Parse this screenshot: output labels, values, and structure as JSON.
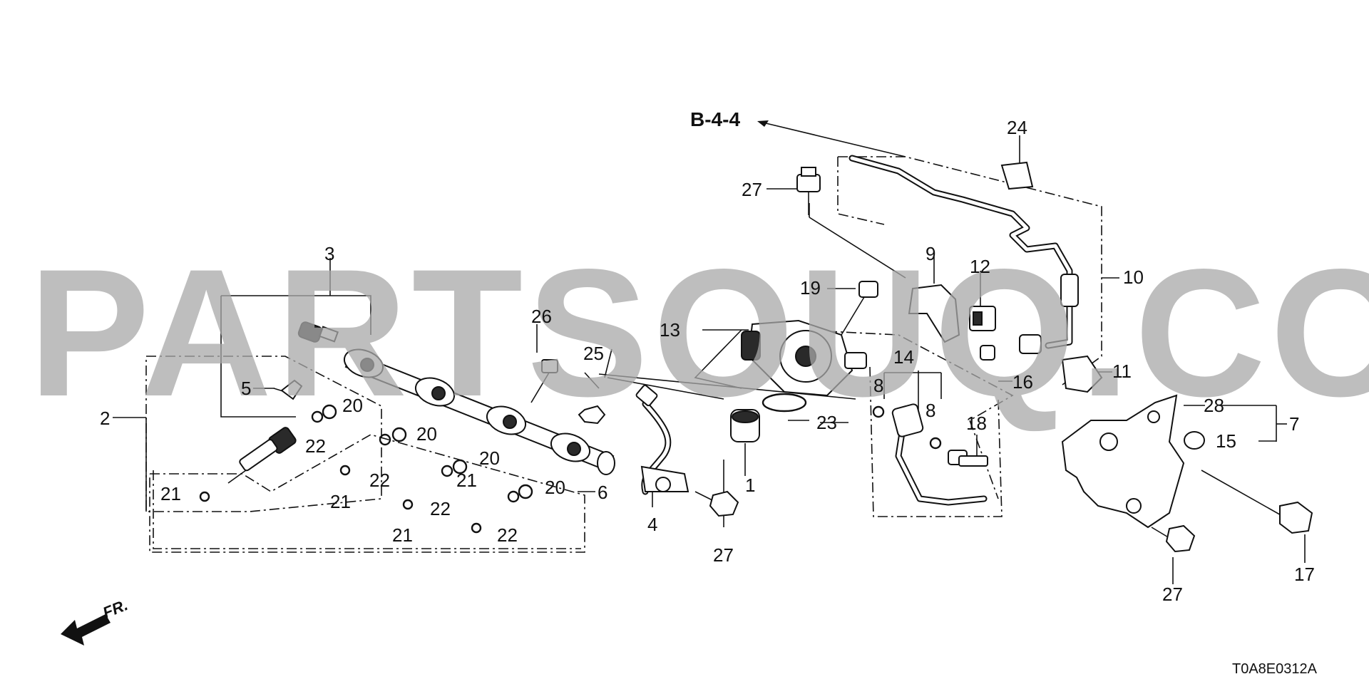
{
  "watermark": "PARTSOUQ.COM",
  "reference": "B-4-4",
  "front_marker": "FR.",
  "diagram_code": "T0A8E0312A",
  "callouts": {
    "c1": "1",
    "c2": "2",
    "c3": "3",
    "c4": "4",
    "c5": "5",
    "c6": "6",
    "c7": "7",
    "c8a": "8",
    "c8b": "8",
    "c9": "9",
    "c10": "10",
    "c11": "11",
    "c12": "12",
    "c13": "13",
    "c14": "14",
    "c15": "15",
    "c16": "16",
    "c17": "17",
    "c18": "18",
    "c19": "19",
    "c20a": "20",
    "c20b": "20",
    "c20c": "20",
    "c20d": "20",
    "c21a": "21",
    "c21b": "21",
    "c21c": "21",
    "c21d": "21",
    "c22a": "22",
    "c22b": "22",
    "c22c": "22",
    "c22d": "22",
    "c23": "23",
    "c24": "24",
    "c25": "25",
    "c26": "26",
    "c27a": "27",
    "c27b": "27",
    "c27c": "27",
    "c28": "28"
  }
}
